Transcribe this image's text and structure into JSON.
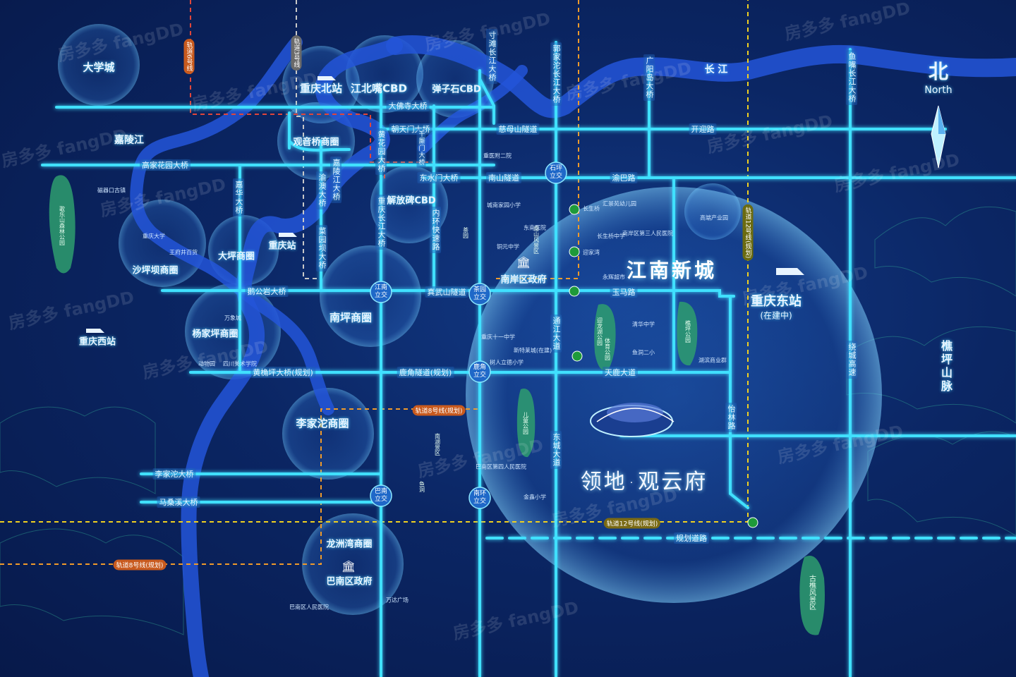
{
  "compass": {
    "cn": "北",
    "en": "North"
  },
  "project": {
    "brand": "领地",
    "separator": "·",
    "name": "观云府"
  },
  "new_town": "江南新城",
  "rivers": {
    "jialing": "嘉陵江",
    "yangtze": "长 江"
  },
  "mountain": "樵坪山脉",
  "east_station": {
    "name": "重庆东站",
    "status": "(在建中)"
  },
  "areas": {
    "daxuecheng": "大学城",
    "chongqing_north": "重庆北站",
    "jiangbeizui": "江北嘴CBD",
    "danzishi": "弹子石CBD",
    "guanyinqiao": "观音桥商圈",
    "jiefangbei": "解放碑CBD",
    "shapingba": "沙坪坝商圈",
    "daping": "大坪商圈",
    "chongqing_station": "重庆站",
    "yangjiaping": "杨家坪商圈",
    "chongqing_west": "重庆西站",
    "nanping": "南坪商圈",
    "lijiatuo": "李家沱商圈",
    "longzhouwan": "龙洲湾商圈",
    "banan_gov": "巴南区政府",
    "nanan_gov": "南岸区政府"
  },
  "roads": {
    "dafosi": "大佛寺大桥",
    "chaotianmen": "朝天门大桥",
    "cimu": "慈母山隧道",
    "kaiying": "开迎路",
    "gaojiahuayuan": "高家花园大桥",
    "dongshuimen": "东水门大桥",
    "nanshan": "南山隧道",
    "yuba": "渝巴路",
    "egongyan": "鹅公岩大桥",
    "zhenwushan": "真武山隧道",
    "yuma": "玉马路",
    "huangjueping": "黄桷坪大桥(规划)",
    "lujiao": "鹿角隧道(规划)",
    "tianlu": "天鹿大道",
    "lijiatuo_bridge": "李家沱大桥",
    "masangxi": "马桑溪大桥",
    "planned": "规划道路"
  },
  "vroads": {
    "cuntan": "寸滩长江大桥",
    "guojiatuo": "郭家沱长江大桥",
    "guangyangdao": "广阳岛大桥",
    "yuzui": "鱼嘴长江大桥",
    "jiahua": "嘉华大桥",
    "yuao": "渝澳大桥",
    "jialingjiang_bridge": "嘉陵江大桥",
    "huangpu": "黄花园大桥",
    "caiyuanba": "菜园坝大桥",
    "chongqing_cjdq": "重庆长江大桥",
    "qianximen": "千厮门大桥",
    "neihuan": "内环快速路",
    "tongjiang": "通江大道",
    "dongcheng": "东城大道",
    "yilin": "怡林路",
    "raocheng": "绕城高速"
  },
  "nodes": {
    "shiping": "石坪立交",
    "jiangnan": "江南立交",
    "chayuan": "茶园立交",
    "lujiao": "鹿角立交",
    "banan": "巴南立交",
    "nanhuan": "南环立交"
  },
  "rails": {
    "r6": "轨道6号线",
    "r3": "轨道3号线",
    "r8": "轨道8号线(规划)",
    "r12": "轨道12号线(规划)",
    "r12v": "轨道12号线(规划)",
    "r8b": "轨道8号线(规划)"
  },
  "pois": {
    "ciqikou": "磁器口古镇",
    "chongqing_uni": "重庆大学",
    "wangjiajing": "王府井百货",
    "wanxiang": "万象城",
    "dongwuyuan": "动物园",
    "sichuan_art": "四川美术学院",
    "chongyi2": "重医附二院",
    "chengnan": "城南家园小学",
    "dongnan_hosp": "东南医院",
    "tongjia": "铜元中学",
    "changsheng": "长生桥",
    "huiying": "汇景苑幼儿园",
    "changsheng_school": "长生桥中学",
    "nanan3": "南岸区第三人民医院",
    "ganghuan": "高端产业园",
    "yingjiawan": "迎家湾",
    "yongfeng": "永辉超市",
    "chongqing11": "重庆十一中学",
    "wanda": "新特莱城(在建)",
    "shuren": "树人立德小学",
    "qinghua": "清华中学",
    "yuqian2": "鱼洞二小",
    "hupan": "湖滨商业群",
    "banan4": "巴南区第四人民医院",
    "jinxin": "金鑫小学",
    "wanda_plaza": "万达广场",
    "banan_hosp": "巴南区人民医院",
    "chayuan_area": "茶园",
    "yudong": "鱼洞"
  },
  "parks": {
    "tieshanping": "歌乐山森林公园",
    "nanshan_park": "南山风景区",
    "yingyu": "迎龙湖公园",
    "ertong": "儿童公园",
    "tiyu": "体育公园",
    "qiaoping": "樵坪公园",
    "guqiao": "古樵风景区",
    "nanhu": "南湖景区"
  },
  "watermarks": [
    "房多多 fangDD",
    "房多多 fangDD",
    "房多多 fangDD",
    "房多多 fangDD",
    "房多多 fangDD",
    "房多多 fangDD",
    "房多多 fangDD",
    "房多多 fangDD",
    "房多多 fangDD",
    "房多多 fangDD",
    "房多多 fangDD",
    "房多多 fangDD",
    "房多多 fangDD",
    "房多多 fangDD",
    "房多多 fangDD",
    "房多多 fangDD"
  ],
  "colors": {
    "road": "#3fe0ff",
    "river": "#2a5fd8",
    "rail_red": "#e0463a",
    "rail_orange": "#f09a2a",
    "rail_yellow": "#f0d020",
    "park": "#2e9e6e"
  }
}
